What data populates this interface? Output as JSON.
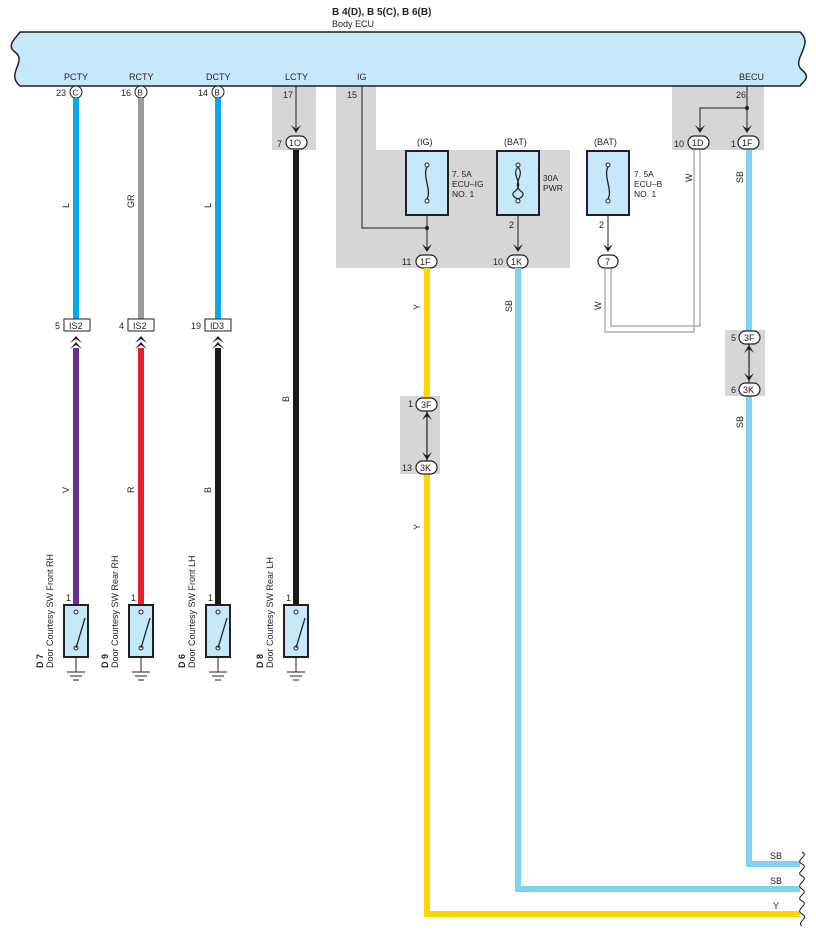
{
  "ecu": {
    "title": "B 4(D), B 5(C), B 6(B)",
    "name": "Body ECU"
  },
  "terminals": {
    "pcty": {
      "label": "PCTY",
      "pin": "23",
      "conn": "C"
    },
    "rcty": {
      "label": "RCTY",
      "pin": "16",
      "conn": "B"
    },
    "dcty": {
      "label": "DCTY",
      "pin": "14",
      "conn": "B"
    },
    "lcty": {
      "label": "LCTY",
      "pin": "17"
    },
    "ig": {
      "label": "IG",
      "pin": "15"
    },
    "becu": {
      "label": "BECU",
      "pin": "26"
    }
  },
  "junction": {
    "j1o": {
      "pin": "7",
      "id": "1O"
    },
    "j1f_ig": {
      "pin": "11",
      "id": "1F"
    },
    "j1k": {
      "pin": "10",
      "id": "1K"
    },
    "j7": {
      "id": "7"
    },
    "j1d": {
      "pin": "10",
      "id": "1D"
    },
    "j1f_b": {
      "pin": "1",
      "id": "1F"
    }
  },
  "fuses": {
    "ecu_ig": {
      "tag": "(IG)",
      "line1": "7. 5A",
      "line2": "ECU–IG",
      "line3": "NO. 1",
      "pin_out": ""
    },
    "pwr": {
      "tag": "(BAT)",
      "line1": "30A",
      "line2": "PWR",
      "pin_out": "2"
    },
    "ecu_b": {
      "tag": "(BAT)",
      "line1": "7. 5A",
      "line2": "ECU–B",
      "line3": "NO. 1",
      "pin_out": "2"
    }
  },
  "inline": {
    "is2_a": {
      "pin": "5",
      "id": "IS2"
    },
    "is2_b": {
      "pin": "4",
      "id": "IS2"
    },
    "id3": {
      "pin": "19",
      "id": "ID3"
    },
    "ig_3f": {
      "pin": "1",
      "id": "3F"
    },
    "ig_3k": {
      "pin": "13",
      "id": "3K"
    },
    "b_3f": {
      "pin": "5",
      "id": "3F"
    },
    "b_3k": {
      "pin": "6",
      "id": "3K"
    }
  },
  "wire_colors": {
    "pcty_top": "L",
    "pcty_bot": "V",
    "rcty_top": "GR",
    "rcty_bot": "R",
    "dcty_top": "L",
    "dcty_bot": "B",
    "lcty": "B",
    "ig_a": "Y",
    "ig_b": "Y",
    "pwr": "SB",
    "ecub_w1": "W",
    "ecub_w2": "W",
    "becu_a": "SB",
    "becu_b": "SB",
    "out1": "SB",
    "out2": "SB",
    "out3": "Y"
  },
  "switches": [
    {
      "code": "D 7",
      "name": "Door Courtesy SW Front RH",
      "pin": "1"
    },
    {
      "code": "D 9",
      "name": "Door Courtesy SW Rear RH",
      "pin": "1"
    },
    {
      "code": "D 6",
      "name": "Door Courtesy SW Front LH",
      "pin": "1"
    },
    {
      "code": "D 8",
      "name": "Door Courtesy SW Rear LH",
      "pin": "1"
    }
  ],
  "colors": {
    "ecu_fill": "#c6e8fb",
    "junction_gray": "#d6d6d6",
    "wire_L": "#0aa9e5",
    "wire_GR": "#9b9b9b",
    "wire_V": "#6c2d91",
    "wire_R": "#e8202a",
    "wire_B": "#1a1a1a",
    "wire_Y": "#ffd700",
    "wire_SB": "#7fd3f5"
  }
}
